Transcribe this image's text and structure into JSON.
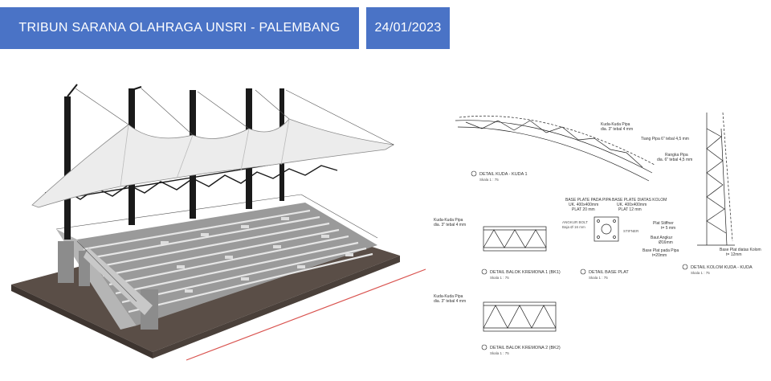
{
  "header": {
    "title": "TRIBUN SARANA OLAHRAGA UNSRI - PALEMBANG",
    "date": "24/01/2023"
  },
  "drawing": {
    "truss_top": {
      "label": [
        "Kuda-Kuda Pipa",
        "dia. 3\" tebal 4 mm"
      ],
      "caption": "DETAIL KUDA - KUDA 1",
      "scale": "Skala 1 : 75"
    },
    "column": {
      "labels": [
        "Tiang Pipa 6\" tebal 4,5 mm",
        "Rangka Pipa",
        "dia. 6\" tebal 4,5 mm",
        "Plat Stiffner",
        "t= 5 mm",
        "Baut Angkur",
        "Ø16mm",
        "Base Plat pada Pipa",
        "t=20mm",
        "Base Plat diatas Kolom",
        "t= 12mm"
      ],
      "caption": "DETAIL KOLOM KUDA - KUDA",
      "scale": "Skala 1 : 75"
    },
    "base_plate": {
      "labels": [
        "BASE PLATE PADA PIPA",
        "UK. 400x400mm",
        "PLAT 20 mm",
        "BASE PLATE DIATAS KOLOM",
        "UK. 400x400mm",
        "PLAT 12 mm",
        "ANGKUR BOLT",
        "Baja Ø 16 mm",
        "STIFNER"
      ],
      "caption": "DETAIL BASE PLAT",
      "scale": "Skala 1 : 75"
    },
    "kremona1": {
      "label": [
        "Kuda-Kuda Pipa",
        "dia. 3\" tebal 4 mm"
      ],
      "caption": "DETAIL BALOK KREMONA 1 (BK1)",
      "scale": "Skala 1 : 75"
    },
    "kremona2": {
      "label": [
        "Kuda-Kuda Pipa",
        "dia. 3\" tebal 4 mm"
      ],
      "caption": "DETAIL BALOK KREMONA 2 (BK2)",
      "scale": "Skala 1 : 75"
    }
  },
  "colors": {
    "header_bg": "#4a73c6",
    "header_text": "#ffffff",
    "ground": "#5a4e47",
    "accent_line": "#d9534f"
  }
}
